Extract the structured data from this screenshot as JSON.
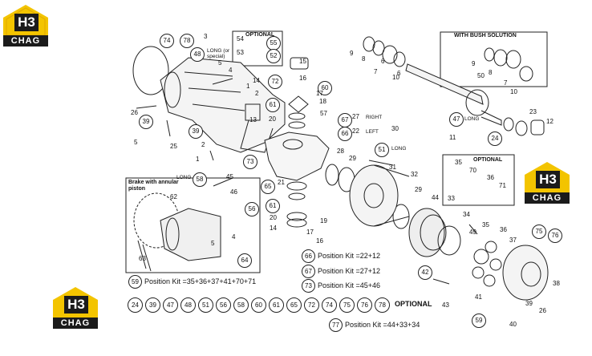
{
  "brand": {
    "mark": "H3",
    "name": "CHAG",
    "accent": "#f3c400",
    "dark": "#1b1b1b"
  },
  "boxes": {
    "optional_small": "OPTIONAL",
    "bush_solution": "WITH BUSH SOLUTION",
    "optional_right": "OPTIONAL",
    "brake": "Brake with annular piston"
  },
  "labels": {
    "long_special": "LONG (or special)",
    "right": "RIGHT",
    "left": "LEFT",
    "long_30": "LONG",
    "long_47": "LONG",
    "long_58": "LONG"
  },
  "callouts": [
    {
      "n": "74",
      "c": true
    },
    {
      "n": "78",
      "c": true
    },
    {
      "n": "3"
    },
    {
      "n": "48",
      "c": true
    },
    {
      "n": "5"
    },
    {
      "n": "4"
    },
    {
      "n": "54"
    },
    {
      "n": "55",
      "c": true
    },
    {
      "n": "53"
    },
    {
      "n": "52",
      "c": true
    },
    {
      "n": "15"
    },
    {
      "n": "72",
      "c": true
    },
    {
      "n": "14"
    },
    {
      "n": "16"
    },
    {
      "n": "60",
      "c": true
    },
    {
      "n": "17"
    },
    {
      "n": "18"
    },
    {
      "n": "1"
    },
    {
      "n": "2"
    },
    {
      "n": "61",
      "c": true
    },
    {
      "n": "57"
    },
    {
      "n": "13"
    },
    {
      "n": "20"
    },
    {
      "n": "67",
      "c": true
    },
    {
      "n": "27"
    },
    {
      "n": "66",
      "c": true
    },
    {
      "n": "22"
    },
    {
      "n": "26"
    },
    {
      "n": "39",
      "c": true
    },
    {
      "n": "5"
    },
    {
      "n": "25"
    },
    {
      "n": "39",
      "c": true
    },
    {
      "n": "2"
    },
    {
      "n": "1"
    },
    {
      "n": "9"
    },
    {
      "n": "8"
    },
    {
      "n": "7"
    },
    {
      "n": "6"
    },
    {
      "n": "10"
    },
    {
      "n": "6"
    },
    {
      "n": "9"
    },
    {
      "n": "50"
    },
    {
      "n": "8"
    },
    {
      "n": "7"
    },
    {
      "n": "10"
    },
    {
      "n": "47",
      "c": true
    },
    {
      "n": "11"
    },
    {
      "n": "23"
    },
    {
      "n": "24",
      "c": true
    },
    {
      "n": "12"
    },
    {
      "n": "30"
    },
    {
      "n": "51",
      "c": true
    },
    {
      "n": "28"
    },
    {
      "n": "29"
    },
    {
      "n": "31"
    },
    {
      "n": "32"
    },
    {
      "n": "29"
    },
    {
      "n": "44"
    },
    {
      "n": "33"
    },
    {
      "n": "34"
    },
    {
      "n": "35"
    },
    {
      "n": "70"
    },
    {
      "n": "36"
    },
    {
      "n": "71"
    },
    {
      "n": "73",
      "c": true
    },
    {
      "n": "58",
      "c": true
    },
    {
      "n": "45"
    },
    {
      "n": "46"
    },
    {
      "n": "56",
      "c": true
    },
    {
      "n": "65",
      "c": true
    },
    {
      "n": "21"
    },
    {
      "n": "61",
      "c": true
    },
    {
      "n": "20"
    },
    {
      "n": "19"
    },
    {
      "n": "14"
    },
    {
      "n": "17"
    },
    {
      "n": "16"
    },
    {
      "n": "62"
    },
    {
      "n": "63"
    },
    {
      "n": "5"
    },
    {
      "n": "4"
    },
    {
      "n": "64",
      "c": true
    },
    {
      "n": "49"
    },
    {
      "n": "35"
    },
    {
      "n": "36"
    },
    {
      "n": "37"
    },
    {
      "n": "75",
      "c": true
    },
    {
      "n": "76",
      "c": true
    },
    {
      "n": "38"
    },
    {
      "n": "42",
      "c": true
    },
    {
      "n": "43"
    },
    {
      "n": "41"
    },
    {
      "n": "39"
    },
    {
      "n": "26"
    },
    {
      "n": "59",
      "c": true
    },
    {
      "n": "40"
    }
  ],
  "kits": [
    {
      "n": "66",
      "text": "Position Kit =22+12"
    },
    {
      "n": "67",
      "text": "Position Kit =27+12"
    },
    {
      "n": "73",
      "text": "Position Kit =45+46"
    },
    {
      "n": "59",
      "text": "Position Kit =35+36+37+41+70+71"
    },
    {
      "n": "77",
      "text": "Position Kit =44+33+34"
    }
  ],
  "optional_row": {
    "items": [
      "24",
      "39",
      "47",
      "48",
      "51",
      "56",
      "58",
      "60",
      "61",
      "65",
      "72",
      "74",
      "75",
      "76",
      "78"
    ],
    "label": "OPTIONAL"
  }
}
